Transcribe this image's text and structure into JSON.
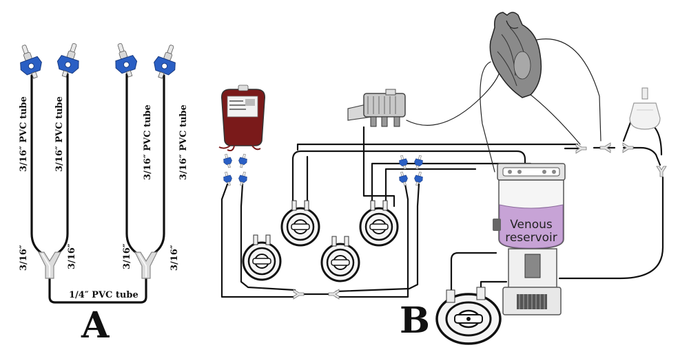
{
  "panel_a": {
    "letter": "A",
    "tube_labels": {
      "vertical_1": "3/16″ PVC tube",
      "vertical_2": "3/16″ PVC tube",
      "vertical_3": "3/16″ PVC tube",
      "vertical_4": "3/16″ PVC tube",
      "y_left_outer": "3/16″",
      "y_left_inner": "3/16″",
      "y_right_inner": "3/16″",
      "y_right_outer": "3/16″",
      "bottom": "1/4″ PVC tube"
    }
  },
  "panel_b": {
    "letter": "B",
    "reservoir_label": "Venous reservoir",
    "reservoir_line1": "Venous",
    "reservoir_line2": "reservoir"
  },
  "colors": {
    "tube": "#111111",
    "connector_blue": "#2a5fc4",
    "reservoir_fluid": "#c7a3d6",
    "y_connector": "#d9d9d9",
    "blood_bag": "#7a1a1a"
  },
  "icons": [
    "luer-connector-icon",
    "y-connector-icon",
    "blood-bag-icon",
    "roller-pump-icon",
    "heart-icon",
    "heat-exchanger-icon",
    "venous-reservoir-icon",
    "bubble-trap-icon"
  ]
}
